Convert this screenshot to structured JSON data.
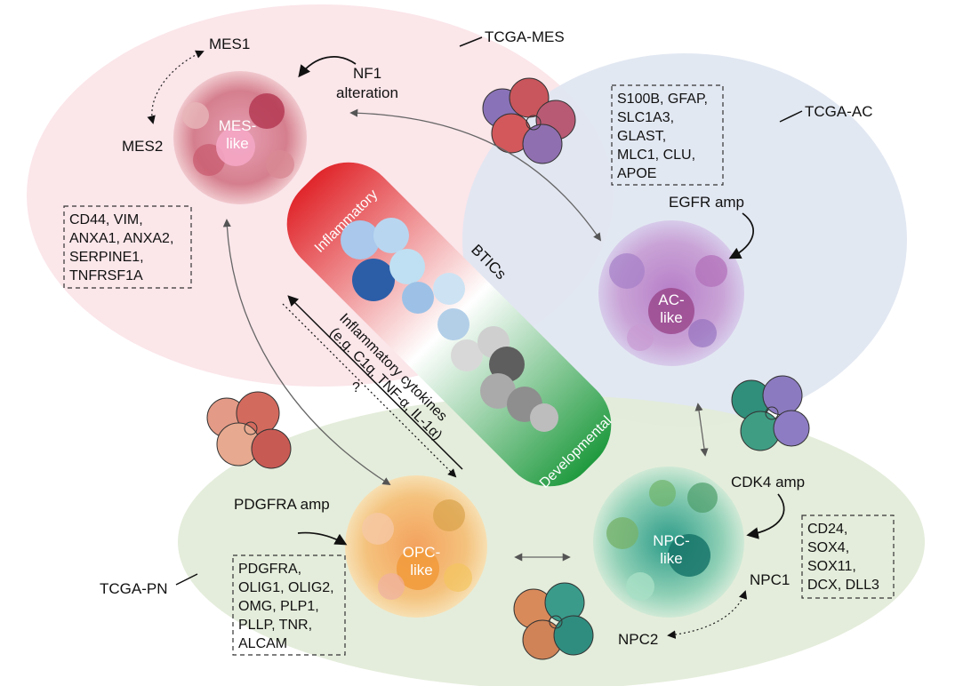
{
  "subtypes": {
    "tcga_mes": "TCGA-MES",
    "tcga_ac": "TCGA-AC",
    "tcga_pn": "TCGA-PN"
  },
  "states": {
    "mes": [
      "MES-",
      "like"
    ],
    "ac": [
      "AC-",
      "like"
    ],
    "opc": [
      "OPC-",
      "like"
    ],
    "npc": [
      "NPC-",
      "like"
    ]
  },
  "substates": {
    "mes1": "MES1",
    "mes2": "MES2",
    "npc1": "NPC1",
    "npc2": "NPC2"
  },
  "drivers": {
    "nf1": [
      "NF1",
      "alteration"
    ],
    "egfr": "EGFR amp",
    "cdk4": "CDK4 amp",
    "pdgfra": "PDGFRA amp"
  },
  "markers": {
    "mes": [
      "CD44, VIM,",
      "ANXA1, ANXA2,",
      "SERPINE1,",
      "TNFRSF1A"
    ],
    "ac": [
      "S100B, GFAP,",
      "SLC1A3,",
      "GLAST,",
      "MLC1, CLU,",
      "APOE"
    ],
    "npc": [
      "CD24,",
      "SOX4,",
      "SOX11,",
      "DCX, DLL3"
    ],
    "opc": [
      "PDGFRA,",
      "OLIG1, OLIG2,",
      "OMG, PLP1,",
      "PLLP, TNR,",
      "ALCAM"
    ]
  },
  "btic": {
    "label": "BTICs",
    "top": "Inflammatory",
    "bottom": "Developmental",
    "cytokines": [
      "Inflammatory cytokines",
      "(e.g. C1q, TNF-α, IL-1α)"
    ],
    "question": "?"
  },
  "colors": {
    "mes_region": "#fbe6ea",
    "ac_region": "#dfe6f1",
    "pn_region": "#e3ecd9",
    "inflammatory": "#e0262b",
    "developmental": "#1f9a3e"
  }
}
